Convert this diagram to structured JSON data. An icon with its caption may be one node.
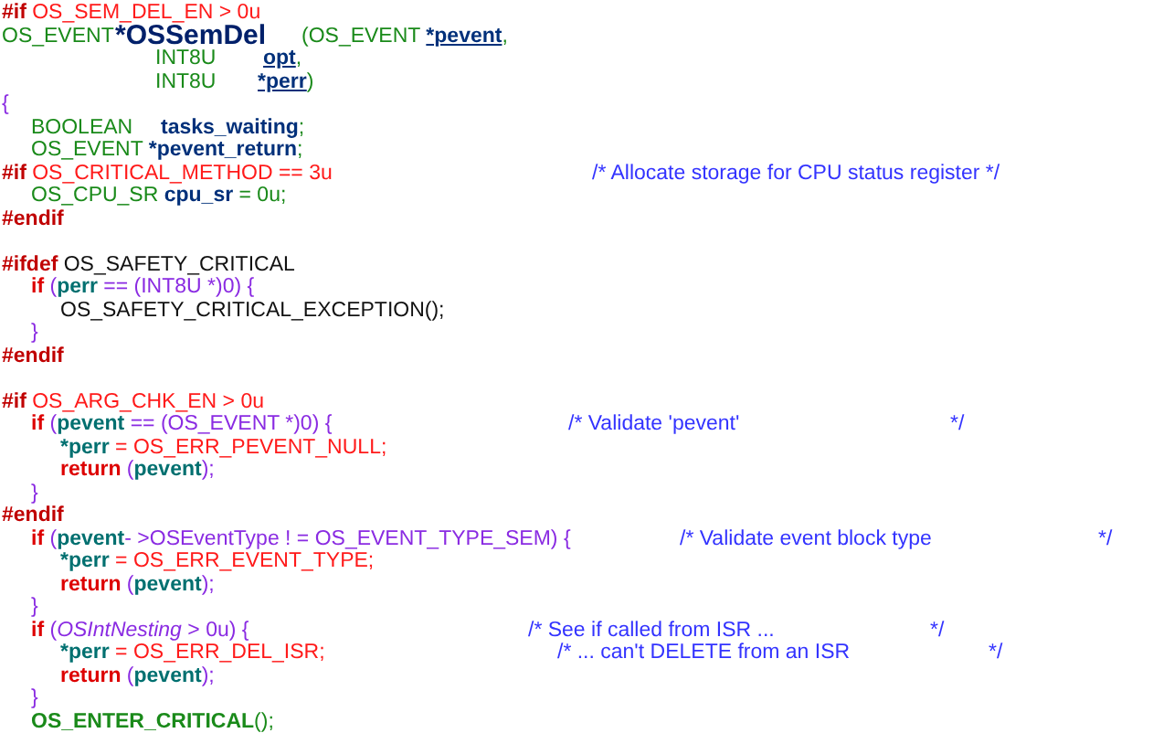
{
  "diagram": {
    "labels": [
      "**#if** OS_SEM_DEL_EN > 0u",
      "OS_EVENT",
      "*OSSemDel",
      "(OS_EVENT ***pevent**,",
      "INT8U",
      "**opt**,",
      "INT8U",
      "***perr**)",
      "{",
      "BOOLEAN",
      "**tasks_waiting**;",
      "OS_EVENT ***pevent_return**;",
      "**#if** OS_CRITICAL_METHOD == 3u",
      "/* Allocate storage for CPU status register */",
      "OS_CPU_SR **cpu_sr** = 0u;",
      "**#endif**",
      "**#ifdef** OS_SAFETY_CRITICAL",
      "**if** (**perr** == (INT8U *)0) {",
      "OS_SAFETY_CRITICAL_EXCEPTION();",
      "}",
      "**#endif**",
      "**#if** OS_ARG_CHK_EN > 0u",
      "**if** (**pevent** == (OS_EVENT *)0) {",
      "/* Validate 'pevent'",
      "*/",
      "***perr** = OS_ERR_PEVENT_NULL;",
      "**return** (**pevent**);",
      "}",
      "**#endif**",
      "**if** (**pevent**- >OSEventType ! = OS_EVENT_TYPE_SEM) {",
      "/* Validate event block type",
      "*/",
      "***perr** = OS_ERR_EVENT_TYPE;",
      "**return** (**pevent**);",
      "}",
      "**if** (*OSIntNesting* > 0u) {",
      "/* See if called from ISR ...",
      "*/",
      "***perr** = OS_ERR_DEL_ISR;",
      "/* ... can't DELETE from an ISR",
      "*/",
      "**return** (**pevent**);",
      "}",
      "**OS_ENTER_CRITICAL**();"
    ]
  }
}
